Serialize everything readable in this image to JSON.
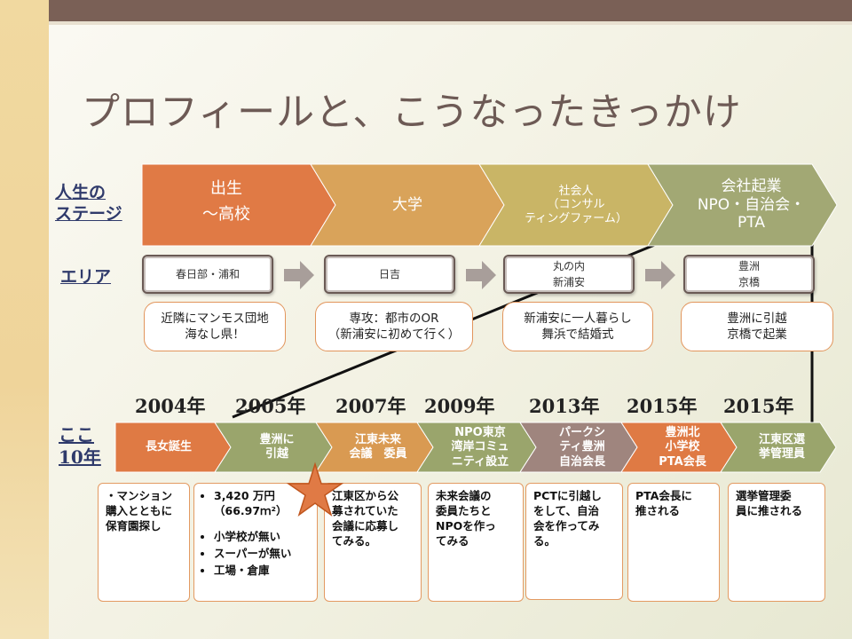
{
  "title": "プロフィールと、こうなったきっかけ",
  "labels": {
    "stage": [
      "人生の",
      "ステージ"
    ],
    "area": "エリア",
    "decade": [
      "ここ",
      "10年"
    ]
  },
  "stages": [
    {
      "lines": [
        "出生",
        "～高校"
      ],
      "color": "#e07a45"
    },
    {
      "lines": [
        "大学"
      ],
      "color": "#d9a35a"
    },
    {
      "lines": [
        "社会人",
        "（コンサル",
        "ティングファーム）"
      ],
      "color": "#c9b566"
    },
    {
      "lines": [
        "会社起業",
        "NPO・自治会・",
        "PTA"
      ],
      "color": "#a2a874"
    }
  ],
  "areas": [
    {
      "lines": [
        "春日部・浦和"
      ]
    },
    {
      "lines": [
        "日吉"
      ]
    },
    {
      "lines": [
        "丸の内",
        "新浦安"
      ]
    },
    {
      "lines": [
        "豊洲",
        "京橋"
      ]
    }
  ],
  "notes": [
    {
      "lines": [
        "近隣にマンモス団地",
        "海なし県！"
      ]
    },
    {
      "lines": [
        "専攻：都市のOR",
        "（新浦安に初めて行く）"
      ]
    },
    {
      "lines": [
        "新浦安に一人暮らし",
        "舞浜で結婚式"
      ]
    },
    {
      "lines": [
        "豊洲に引越",
        "京橋で起業"
      ]
    }
  ],
  "years": [
    "2004年",
    "2005年",
    "2007年",
    "2009年",
    "2013年",
    "2015年",
    "2015年"
  ],
  "decade": [
    {
      "lines": [
        "長女誕生"
      ],
      "color": "#df7a44"
    },
    {
      "lines": [
        "豊洲に",
        "引越"
      ],
      "color": "#9aa56c"
    },
    {
      "lines": [
        "江東未来",
        "会議　委員"
      ],
      "color": "#d99a52"
    },
    {
      "lines": [
        "NPO東京",
        "湾岸コミュ",
        "ニティ設立"
      ],
      "color": "#9aa56c"
    },
    {
      "lines": [
        "パークシ",
        "ティ豊洲",
        "自治会長"
      ],
      "color": "#9f857e"
    },
    {
      "lines": [
        "豊洲北",
        "小学校",
        "PTA会長"
      ],
      "color": "#df7a44"
    },
    {
      "lines": [
        "江東区選",
        "挙管理員"
      ],
      "color": "#9aa56c"
    }
  ],
  "cards": [
    {
      "lines": [
        "・マンション",
        "購入とともに",
        "保育園探し"
      ]
    },
    {
      "items": [
        "3,420 万円（66.97ｍ²）"
      ],
      "items2": [
        "小学校が無い",
        "スーパーが無い",
        "工場・倉庫"
      ]
    },
    {
      "lines": [
        "江東区から公",
        "募されていた",
        "会議に応募し",
        "てみる。"
      ]
    },
    {
      "lines": [
        "未来会議の",
        "委員たちと",
        "NPOを作っ",
        "てみる"
      ]
    },
    {
      "lines": [
        "PCTに引越し",
        "をして、自治",
        "会を作ってみ",
        "る。"
      ]
    },
    {
      "lines": [
        "PTA会長に",
        "推される"
      ]
    },
    {
      "lines": [
        "選挙管理委",
        "員に推される"
      ]
    }
  ],
  "colors": {
    "star": "#e07a45",
    "connector": "#111111",
    "note_border": "#e2955c"
  }
}
